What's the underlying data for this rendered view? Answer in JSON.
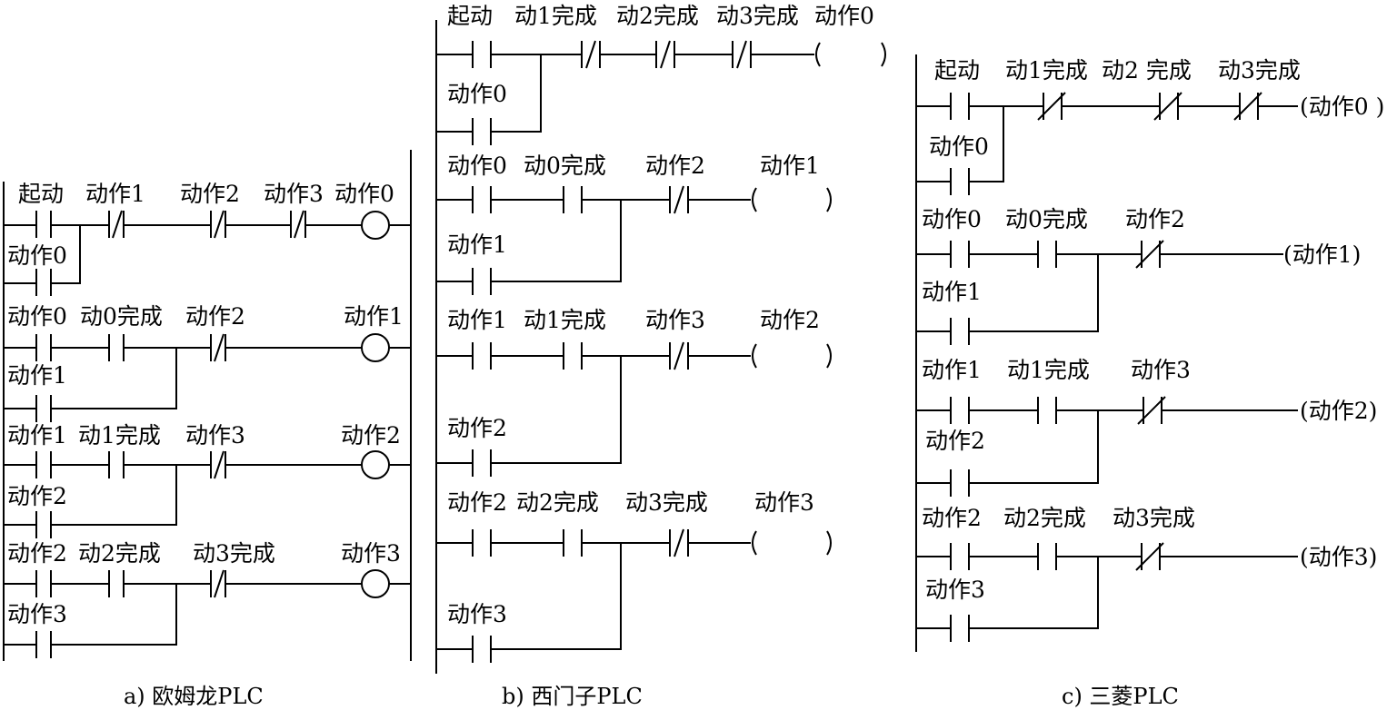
{
  "omron": {
    "caption": "a) 欧姆龙PLC",
    "rungs": [
      {
        "contacts": [
          "起动",
          "动作1",
          "动作2",
          "动作3"
        ],
        "branch": "动作0",
        "coil": "动作0"
      },
      {
        "contacts": [
          "动作0",
          "动0完成",
          "动作2"
        ],
        "branch": "动作1",
        "coil": "动作1"
      },
      {
        "contacts": [
          "动作1",
          "动1完成",
          "动作3"
        ],
        "branch": "动作2",
        "coil": "动作2"
      },
      {
        "contacts": [
          "动作2",
          "动2完成",
          "动3完成"
        ],
        "branch": "动作3",
        "coil": "动作3"
      }
    ]
  },
  "siemens": {
    "caption": "b) 西门子PLC",
    "rungs": [
      {
        "contacts": [
          "起动",
          "动1完成",
          "动2完成",
          "动3完成"
        ],
        "branch": "动作0",
        "coil": "动作0"
      },
      {
        "contacts": [
          "动作0",
          "动0完成",
          "动作2"
        ],
        "branch": "动作1",
        "coil": "动作1"
      },
      {
        "contacts": [
          "动作1",
          "动1完成",
          "动作3"
        ],
        "branch": "动作2",
        "coil": "动作2"
      },
      {
        "contacts": [
          "动作2",
          "动2完成",
          "动3完成"
        ],
        "branch": "动作3",
        "coil": "动作3"
      }
    ]
  },
  "mitsubishi": {
    "caption": "c) 三菱PLC",
    "rungs": [
      {
        "contacts": [
          "起动",
          "动1完成",
          "动2 完成",
          "动3完成"
        ],
        "branch": "动作0",
        "coil": "(动作0 )"
      },
      {
        "contacts": [
          "动作0",
          "动0完成",
          "动作2"
        ],
        "branch": "动作1",
        "coil": "(动作1)"
      },
      {
        "contacts": [
          "动作1",
          "动1完成",
          "动作3"
        ],
        "branch": "动作2",
        "coil": "(动作2)"
      },
      {
        "contacts": [
          "动作2",
          "动2完成",
          "动3完成"
        ],
        "branch": "动作3",
        "coil": "(动作3)"
      }
    ]
  }
}
